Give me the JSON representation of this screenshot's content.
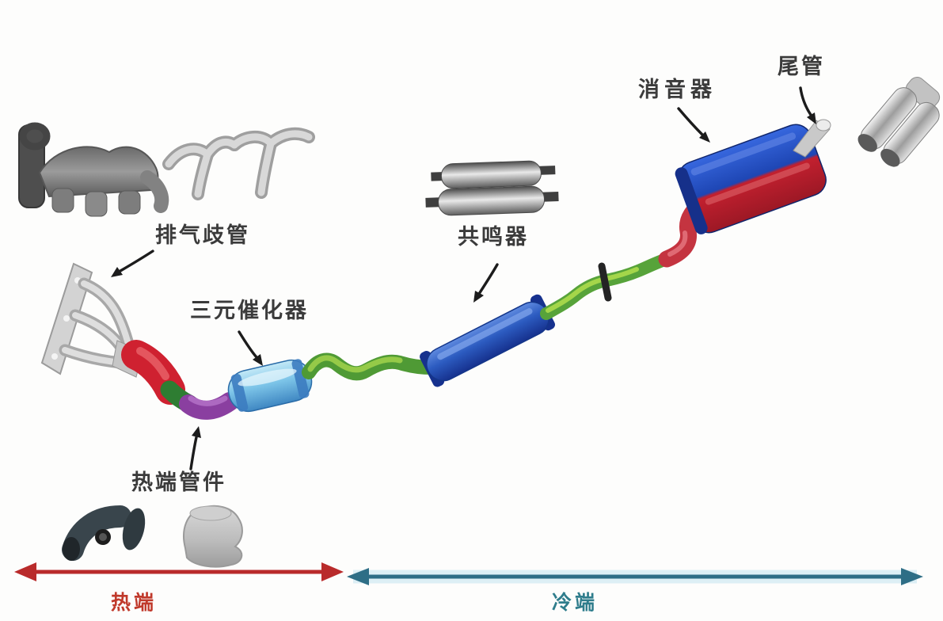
{
  "diagram": {
    "parts": [
      {
        "id": "exhaust-manifold",
        "label": "排气歧管"
      },
      {
        "id": "catalytic-converter",
        "label": "三元催化器",
        "color": "#7cc4e8"
      },
      {
        "id": "hot-end-fittings",
        "label": "热端管件",
        "color": "#8a3fa0"
      },
      {
        "id": "resonator",
        "label": "共鸣器",
        "color": "#2c5bc0"
      },
      {
        "id": "muffler",
        "label": "消音器",
        "color_top": "#2a56c8",
        "color_bottom": "#c2202f"
      },
      {
        "id": "tailpipe",
        "label": "尾管"
      }
    ],
    "zones": [
      {
        "id": "hot-end",
        "label": "热端",
        "color": "#c0392b"
      },
      {
        "id": "cold-end",
        "label": "冷端",
        "color": "#2e6e86"
      }
    ],
    "pipe_colors": {
      "flex_section_red": "#cf2130",
      "hot_pipe_green": "#2e7d32",
      "hot_elbow_purple": "#8a3fa0",
      "mid_pipe_green": "#57a33a",
      "rear_pipe_red": "#c43440"
    }
  }
}
